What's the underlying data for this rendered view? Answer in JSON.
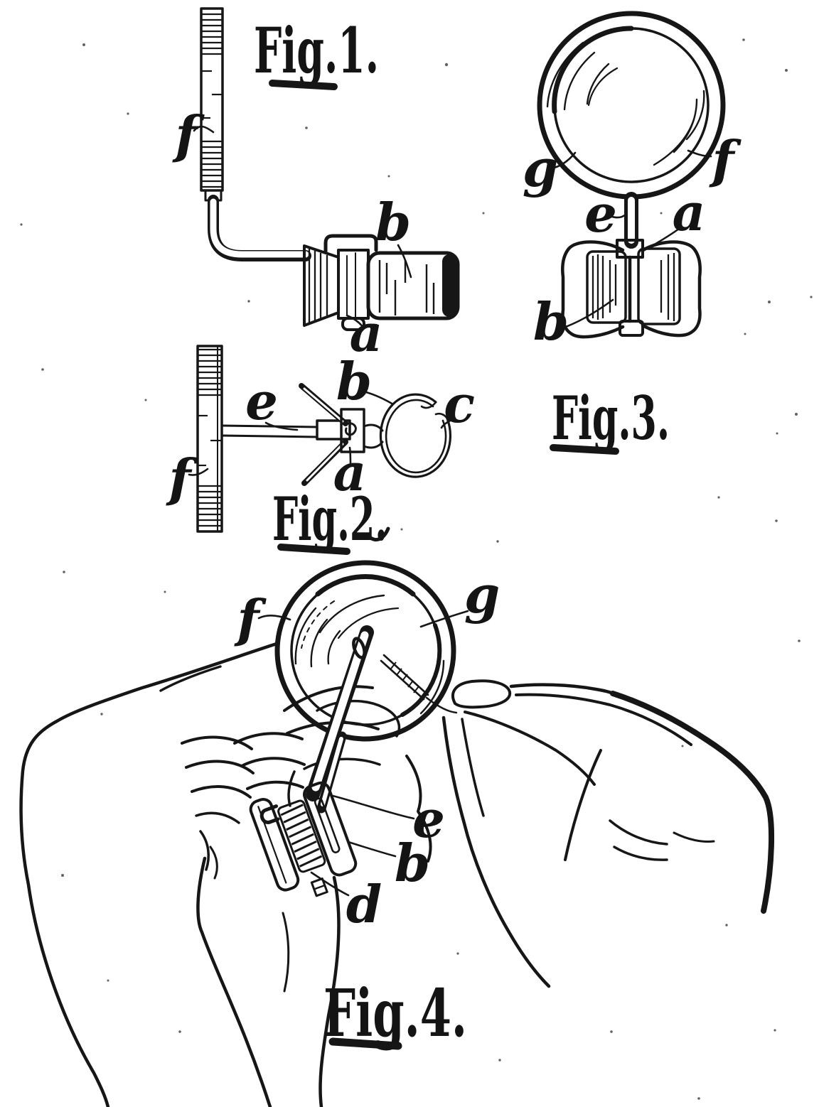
{
  "page": {
    "background": "#ffffff",
    "ink": "#161616",
    "type": "patent-drawing-sheet"
  },
  "figures": {
    "fig1": {
      "caption": "Fig.1.",
      "labels": {
        "f": "f",
        "b": "b",
        "a": "a"
      }
    },
    "fig2": {
      "caption": "Fig.2.",
      "labels": {
        "e": "e",
        "b": "b",
        "c": "c",
        "a": "a",
        "f": "f"
      }
    },
    "fig3": {
      "caption": "Fig.3.",
      "labels": {
        "g": "g",
        "f": "f",
        "e": "e",
        "a": "a",
        "b": "b"
      }
    },
    "fig4": {
      "caption": "Fig.4.",
      "labels": {
        "f": "f",
        "g": "g",
        "e": "e",
        "b": "b",
        "d": "d"
      }
    }
  }
}
